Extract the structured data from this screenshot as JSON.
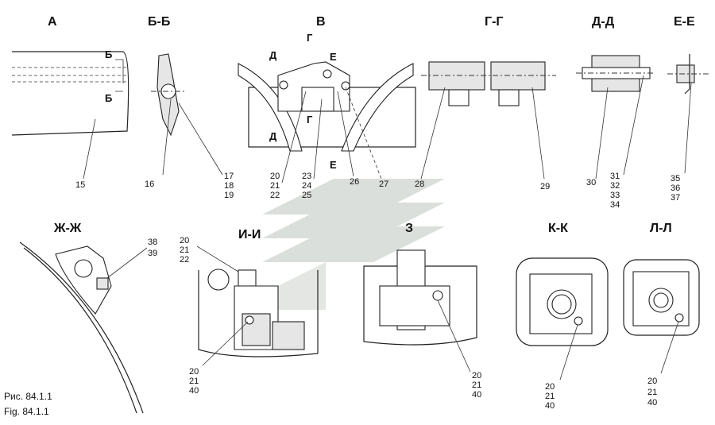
{
  "figure": {
    "caption_ru": "Рис. 84.1.1",
    "caption_en": "Fig. 84.1.1"
  },
  "views": {
    "a": "А",
    "bb": "Б-Б",
    "v": "В",
    "gg": "Г-Г",
    "dd": "Д-Д",
    "ee": "Е-Е",
    "zhzh": "Ж-Ж",
    "ii": "И-И",
    "z": "З",
    "kk": "К-К",
    "ll": "Л-Л"
  },
  "section_marks": {
    "b": "Б",
    "g": "Г",
    "d": "Д",
    "e": "Е"
  },
  "parts": {
    "p15": "15",
    "p16": "16",
    "p17": "17",
    "p18": "18",
    "p19": "19",
    "p20": "20",
    "p21": "21",
    "p22": "22",
    "p23": "23",
    "p24": "24",
    "p25": "25",
    "p26": "26",
    "p27": "27",
    "p28": "28",
    "p29": "29",
    "p30": "30",
    "p31": "31",
    "p32": "32",
    "p33": "33",
    "p34": "34",
    "p35": "35",
    "p36": "36",
    "p37": "37",
    "p38": "38",
    "p39": "39",
    "p40": "40"
  }
}
